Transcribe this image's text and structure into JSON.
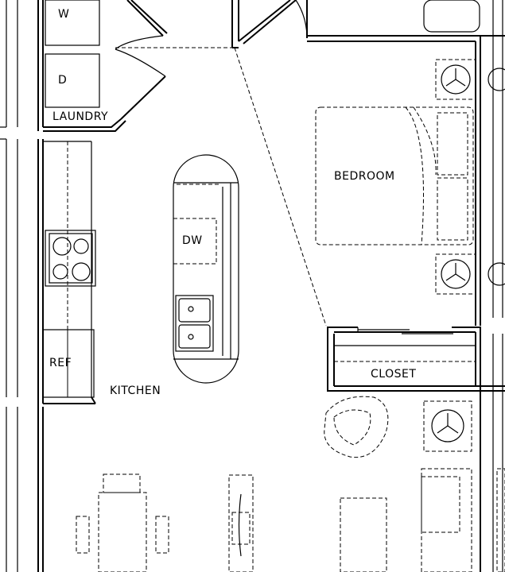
{
  "plan": {
    "rooms": {
      "laundry": "LAUNDRY",
      "bedroom": "BEDROOM",
      "kitchen": "KITCHEN",
      "closet": "CLOSET"
    },
    "fixtures": {
      "washer": "W",
      "dryer": "D",
      "dishwasher": "DW",
      "refrigerator": "REF"
    },
    "colors": {
      "line": "#000000",
      "background": "#ffffff"
    }
  }
}
